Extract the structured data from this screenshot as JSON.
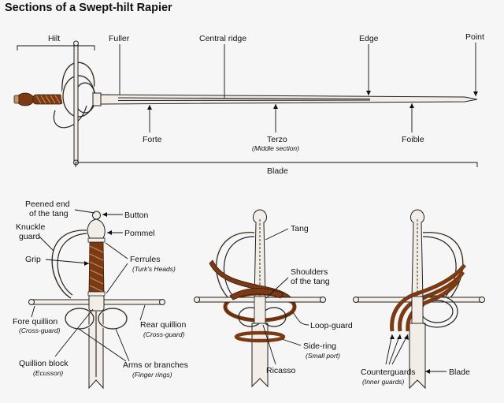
{
  "title": "Sections of a Swept-hilt Rapier",
  "top": {
    "hilt": "Hilt",
    "fuller": "Fuller",
    "central_ridge": "Central ridge",
    "edge": "Edge",
    "point": "Point",
    "forte": "Forte",
    "terzo": "Terzo",
    "terzo_sub": "(Middle section)",
    "foible": "Foible",
    "blade": "Blade"
  },
  "left_hilt": {
    "peened_1": "Peened end",
    "peened_2": "of the tang",
    "button": "Button",
    "knuckle_1": "Knuckle",
    "knuckle_2": "guard",
    "pommel": "Pommel",
    "grip": "Grip",
    "ferrules": "Ferrules",
    "ferrules_sub": "(Turk's Heads)",
    "fore_quillion": "Fore quillion",
    "fore_quillion_sub": "(Cross-guard)",
    "rear_quillion": "Rear quillion",
    "rear_quillion_sub": "(Cross-guard)",
    "quillion_block": "Quillion block",
    "quillion_block_sub": "(Ecusson)",
    "arms": "Arms or branches",
    "arms_sub": "(Finger rings)"
  },
  "middle_hilt": {
    "tang": "Tang",
    "shoulders_1": "Shoulders",
    "shoulders_2": "of the tang",
    "loop_guard": "Loop-guard",
    "side_ring": "Side-ring",
    "side_ring_sub": "(Small port)",
    "ricasso": "Ricasso"
  },
  "right_hilt": {
    "counterguards": "Counterguards",
    "counterguards_sub": "(Inner guards)",
    "blade": "Blade"
  },
  "colors": {
    "leather": "#7a3a14",
    "steel": "#f2ede6",
    "ink": "#222222"
  }
}
